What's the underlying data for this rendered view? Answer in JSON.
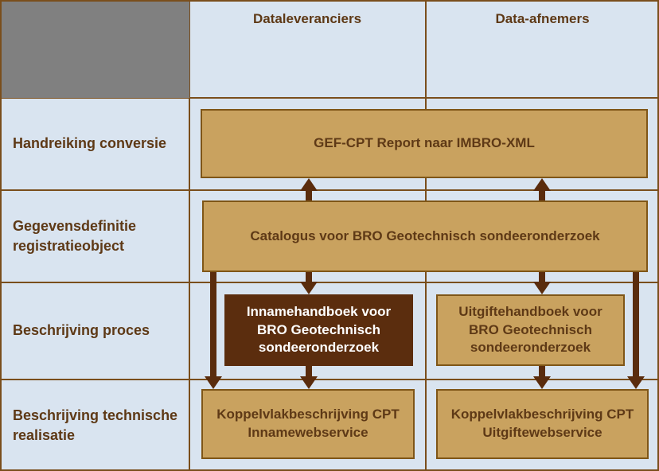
{
  "table": {
    "column_headers": [
      {
        "label": "Dataleveranciers"
      },
      {
        "label": "Data-afnemers"
      }
    ],
    "row_labels": [
      {
        "label": "Handreiking conversie"
      },
      {
        "label": "Gegevensdefinitie registratieobject"
      },
      {
        "label": "Beschrijving proces"
      },
      {
        "label": "Beschrijving technische realisatie"
      }
    ]
  },
  "boxes": {
    "conversion": {
      "label": "GEF-CPT Report naar IMBRO-XML"
    },
    "catalog": {
      "label": "Catalogus voor BRO Geotechnisch sondeeronderzoek"
    },
    "intake_handbook": {
      "label": "Innamehandboek voor BRO Geotechnisch sondeeronderzoek"
    },
    "delivery_handbook": {
      "label": "Uitgiftehandboek voor BRO Geotechnisch sondeeronderzoek"
    },
    "intake_webservice": {
      "label": "Koppelvlakbeschrijving CPT Innamewebservice"
    },
    "delivery_webservice": {
      "label": "Koppelvlakbeschrijving CPT Uitgiftewebservice"
    }
  },
  "colors": {
    "background": "#d9e4f0",
    "grid_line": "#7a4e1c",
    "corner_gray": "#808080",
    "box_fill": "#c9a25f",
    "box_border": "#7f5617",
    "dark_box_fill": "#5b2d0e",
    "dark_box_text": "#ffffff",
    "text_brown": "#5e3916",
    "arrow": "#5a2c0d"
  }
}
